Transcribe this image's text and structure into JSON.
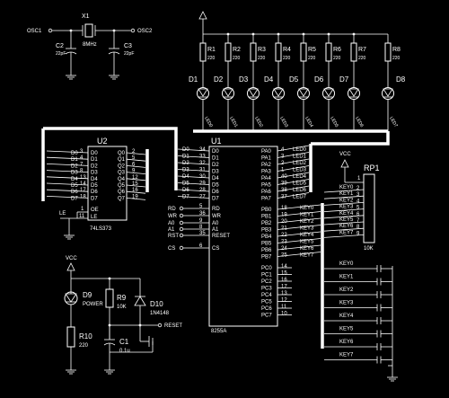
{
  "osc": {
    "in_label": "OSC1",
    "out_label": "OSC2",
    "crystal_ref": "X1",
    "crystal_value": "8MHz",
    "c2_ref": "C2",
    "c2_value": "22pF",
    "c3_ref": "C3",
    "c3_value": "22pF"
  },
  "resistor_bank": {
    "refs": [
      "R1",
      "R2",
      "R3",
      "R4",
      "R5",
      "R6",
      "R7",
      "R8"
    ],
    "values": [
      "220",
      "220",
      "220",
      "220",
      "220",
      "220",
      "220",
      "220"
    ]
  },
  "led_bank": {
    "refs": [
      "D1",
      "D2",
      "D3",
      "D4",
      "D5",
      "D6",
      "D7",
      "D8"
    ],
    "labels": [
      "LED0",
      "LED1",
      "LED2",
      "LED3",
      "LED4",
      "LED5",
      "LED6",
      "LED7"
    ]
  },
  "u2": {
    "ref": "U2",
    "part": "74LS373",
    "d_pins": [
      "D0",
      "D1",
      "D2",
      "D3",
      "D4",
      "D5",
      "D6",
      "D7"
    ],
    "d_nums": [
      "3",
      "4",
      "7",
      "8",
      "13",
      "14",
      "17",
      "18"
    ],
    "q_pins": [
      "Q0",
      "Q1",
      "Q2",
      "Q3",
      "Q4",
      "Q5",
      "Q6",
      "Q7"
    ],
    "q_nums": [
      "2",
      "5",
      "6",
      "9",
      "12",
      "15",
      "16",
      "19"
    ],
    "oe": "OE",
    "oe_num": "1",
    "le": "LE",
    "le_num": "11",
    "le_net": "LE"
  },
  "u1": {
    "ref": "U1",
    "part": "8255A",
    "d_pins": [
      "D0",
      "D1",
      "D2",
      "D3",
      "D4",
      "D5",
      "D6",
      "D7"
    ],
    "d_nums": [
      "34",
      "33",
      "32",
      "31",
      "30",
      "29",
      "28",
      "27"
    ],
    "ctrl_nets": [
      "RD",
      "WR",
      "A0",
      "A1",
      "RST",
      "CS"
    ],
    "ctrl_pins": [
      "RD",
      "WR",
      "A0",
      "A1",
      "RESET",
      "CS"
    ],
    "ctrl_nums": [
      "5",
      "36",
      "9",
      "8",
      "35",
      "6"
    ],
    "pa_pins": [
      "PA0",
      "PA1",
      "PA2",
      "PA3",
      "PA4",
      "PA5",
      "PA6",
      "PA7"
    ],
    "pa_nums": [
      "4",
      "3",
      "2",
      "1",
      "40",
      "39",
      "38",
      "37"
    ],
    "pa_nets": [
      "LED0",
      "LED1",
      "LED2",
      "LED3",
      "LED4",
      "LED5",
      "LED6",
      "LED7"
    ],
    "pb_pins": [
      "PB0",
      "PB1",
      "PB2",
      "PB3",
      "PB4",
      "PB5",
      "PB6",
      "PB7"
    ],
    "pb_nums": [
      "18",
      "19",
      "20",
      "21",
      "22",
      "23",
      "24",
      "25"
    ],
    "pb_nets": [
      "KEY0",
      "KEY1",
      "KEY2",
      "KEY3",
      "KEY4",
      "KEY5",
      "KEY6",
      "KEY7"
    ],
    "pc_pins": [
      "PC0",
      "PC1",
      "PC2",
      "PC3",
      "PC4",
      "PC5",
      "PC6",
      "PC7"
    ],
    "pc_nums": [
      "14",
      "15",
      "16",
      "17",
      "13",
      "12",
      "11",
      "10"
    ]
  },
  "rp1": {
    "ref": "RP1",
    "value": "10K",
    "supply": "VCC",
    "pin_nums": [
      "1",
      "2",
      "3",
      "4",
      "5",
      "6",
      "7",
      "8",
      "9"
    ],
    "nets": [
      "KEY0",
      "KEY1",
      "KEY2",
      "KEY3",
      "KEY4",
      "KEY5",
      "KEY6",
      "KEY7"
    ]
  },
  "keys": {
    "labels": [
      "KEY0",
      "KEY1",
      "KEY2",
      "KEY3",
      "KEY4",
      "KEY5",
      "KEY6",
      "KEY7"
    ]
  },
  "reset": {
    "supply": "VCC",
    "d9_ref": "D9",
    "d9_label": "POWER",
    "r9_ref": "R9",
    "r9_value": "10K",
    "d10_ref": "D10",
    "d10_value": "1N4148",
    "r10_ref": "R10",
    "r10_value": "220",
    "c1_ref": "C1",
    "c1_value": "0.1u",
    "out_label": "RESET"
  }
}
